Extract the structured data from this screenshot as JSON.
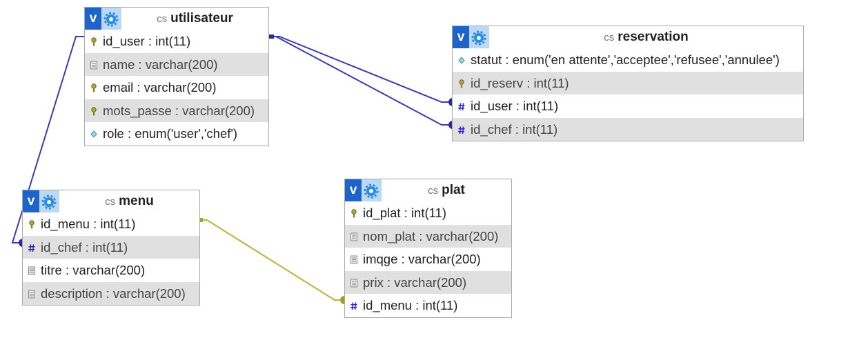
{
  "colors": {
    "relation_primary": "#3b3bb0",
    "relation_secondary": "#b8b33a",
    "header_accent": "#1e63c8"
  },
  "icons": {
    "view": "v-badge-icon",
    "settings": "gear-icon",
    "primary_key": "key-icon",
    "index": "hash-icon",
    "text_field": "text-field-icon",
    "enum_field": "diamond-icon"
  },
  "tables": {
    "utilisateur": {
      "badge": "v",
      "prefix": "cs",
      "name": "utilisateur",
      "columns": [
        {
          "text": "id_user : int(11)",
          "icon": "key-icon"
        },
        {
          "text": "name : varchar(200)",
          "icon": "text-field-icon"
        },
        {
          "text": "email : varchar(200)",
          "icon": "key-icon"
        },
        {
          "text": "mots_passe : varchar(200)",
          "icon": "key-icon"
        },
        {
          "text": "role : enum('user','chef')",
          "icon": "diamond-icon"
        }
      ]
    },
    "reservation": {
      "badge": "v",
      "prefix": "cs",
      "name": "reservation",
      "columns": [
        {
          "text": "statut : enum('en attente','acceptee','refusee','annulee')",
          "icon": "diamond-icon"
        },
        {
          "text": "id_reserv : int(11)",
          "icon": "key-icon"
        },
        {
          "text": "id_user : int(11)",
          "icon": "hash-icon"
        },
        {
          "text": "id_chef : int(11)",
          "icon": "hash-icon"
        }
      ]
    },
    "menu": {
      "badge": "v",
      "prefix": "cs",
      "name": "menu",
      "columns": [
        {
          "text": "id_menu : int(11)",
          "icon": "key-icon"
        },
        {
          "text": "id_chef : int(11)",
          "icon": "hash-icon"
        },
        {
          "text": "titre : varchar(200)",
          "icon": "text-field-icon"
        },
        {
          "text": "description : varchar(200)",
          "icon": "text-field-icon"
        }
      ]
    },
    "plat": {
      "badge": "v",
      "prefix": "cs",
      "name": "plat",
      "columns": [
        {
          "text": "id_plat : int(11)",
          "icon": "key-icon"
        },
        {
          "text": "nom_plat : varchar(200)",
          "icon": "text-field-icon"
        },
        {
          "text": "imqge : varchar(200)",
          "icon": "text-field-icon"
        },
        {
          "text": "prix : varchar(200)",
          "icon": "text-field-icon"
        },
        {
          "text": "id_menu : int(11)",
          "icon": "hash-icon"
        }
      ]
    }
  }
}
